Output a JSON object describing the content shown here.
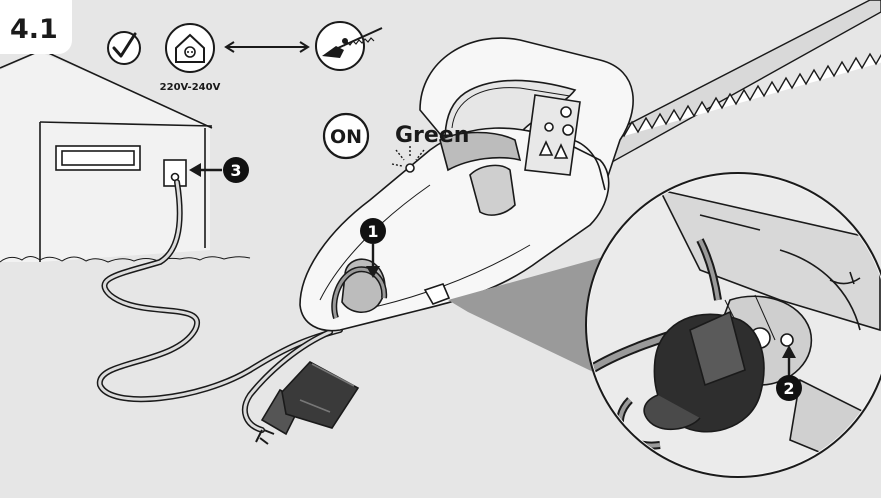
{
  "figure": {
    "step_number": "4.1",
    "voltage_label": "220V-240V",
    "on_label": "ON",
    "light_color_label": "Green",
    "callouts": [
      "1",
      "2",
      "3"
    ]
  },
  "icons": {
    "check": "check-circle-icon",
    "outlet": "house-outlet-icon",
    "link": "double-arrow-icon",
    "trimmer": "hedge-trimmer-icon"
  },
  "colors": {
    "background": "#e6e6e6",
    "ink": "#1a1a1a",
    "machine_fill": "#f7f7f7",
    "machine_shade": "#bcbcbc",
    "wedge": "#9a9a9a",
    "callout_fill": "#111111"
  }
}
